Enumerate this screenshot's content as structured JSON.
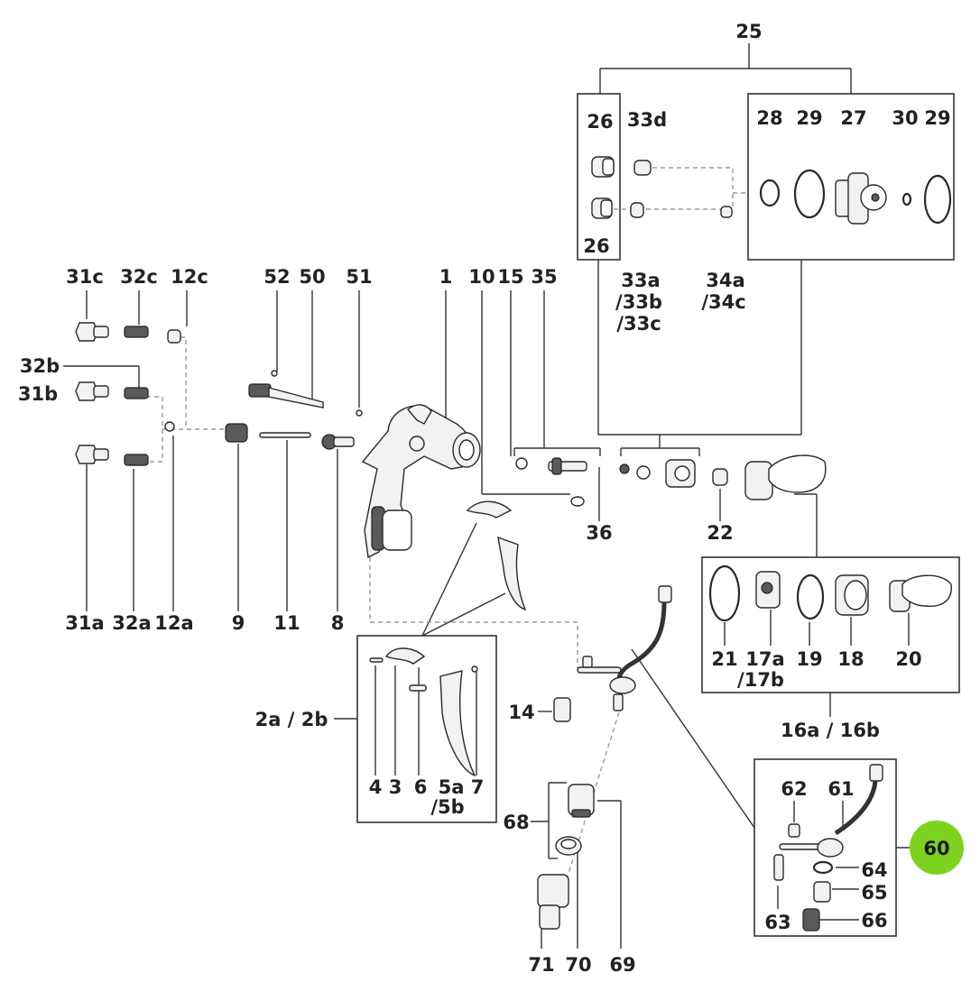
{
  "labels": {
    "l25": "25",
    "l26a": "26",
    "l26b": "26",
    "l33d": "33d",
    "l28": "28",
    "l29a": "29",
    "l27": "27",
    "l30": "30",
    "l29b": "29",
    "l33a": "33a",
    "l33b": "/33b",
    "l33c": "/33c",
    "l34a": "34a",
    "l34c": "/34c",
    "l31c": "31c",
    "l32c": "32c",
    "l12c": "12c",
    "l52": "52",
    "l50": "50",
    "l51": "51",
    "l1": "1",
    "l10": "10",
    "l15": "15",
    "l35": "35",
    "l32b": "32b",
    "l31b": "31b",
    "l36": "36",
    "l22": "22",
    "l31a": "31a",
    "l32a": "32a",
    "l12a": "12a",
    "l9": "9",
    "l11": "11",
    "l8": "8",
    "l21": "21",
    "l17a": "17a",
    "l17b": "/17b",
    "l19": "19",
    "l18": "18",
    "l20": "20",
    "l16": "16a / 16b",
    "l2": "2a / 2b",
    "l14": "14",
    "l4": "4",
    "l3": "3",
    "l6": "6",
    "l5a": "5a",
    "l5b": "/5b",
    "l7": "7",
    "l68": "68",
    "l62": "62",
    "l61": "61",
    "l60": "60",
    "l64": "64",
    "l65": "65",
    "l63": "63",
    "l66": "66",
    "l71": "71",
    "l70": "70",
    "l69": "69"
  },
  "colors": {
    "highlight": "#7ed321",
    "line": "#333333",
    "dashed": "#9a9a9a",
    "label": "#222222"
  },
  "icons": {
    "gun_body": "spray-gun-body-drawing",
    "trigger": "trigger-drawing",
    "hose_swivel": "hose-swivel-drawing"
  }
}
